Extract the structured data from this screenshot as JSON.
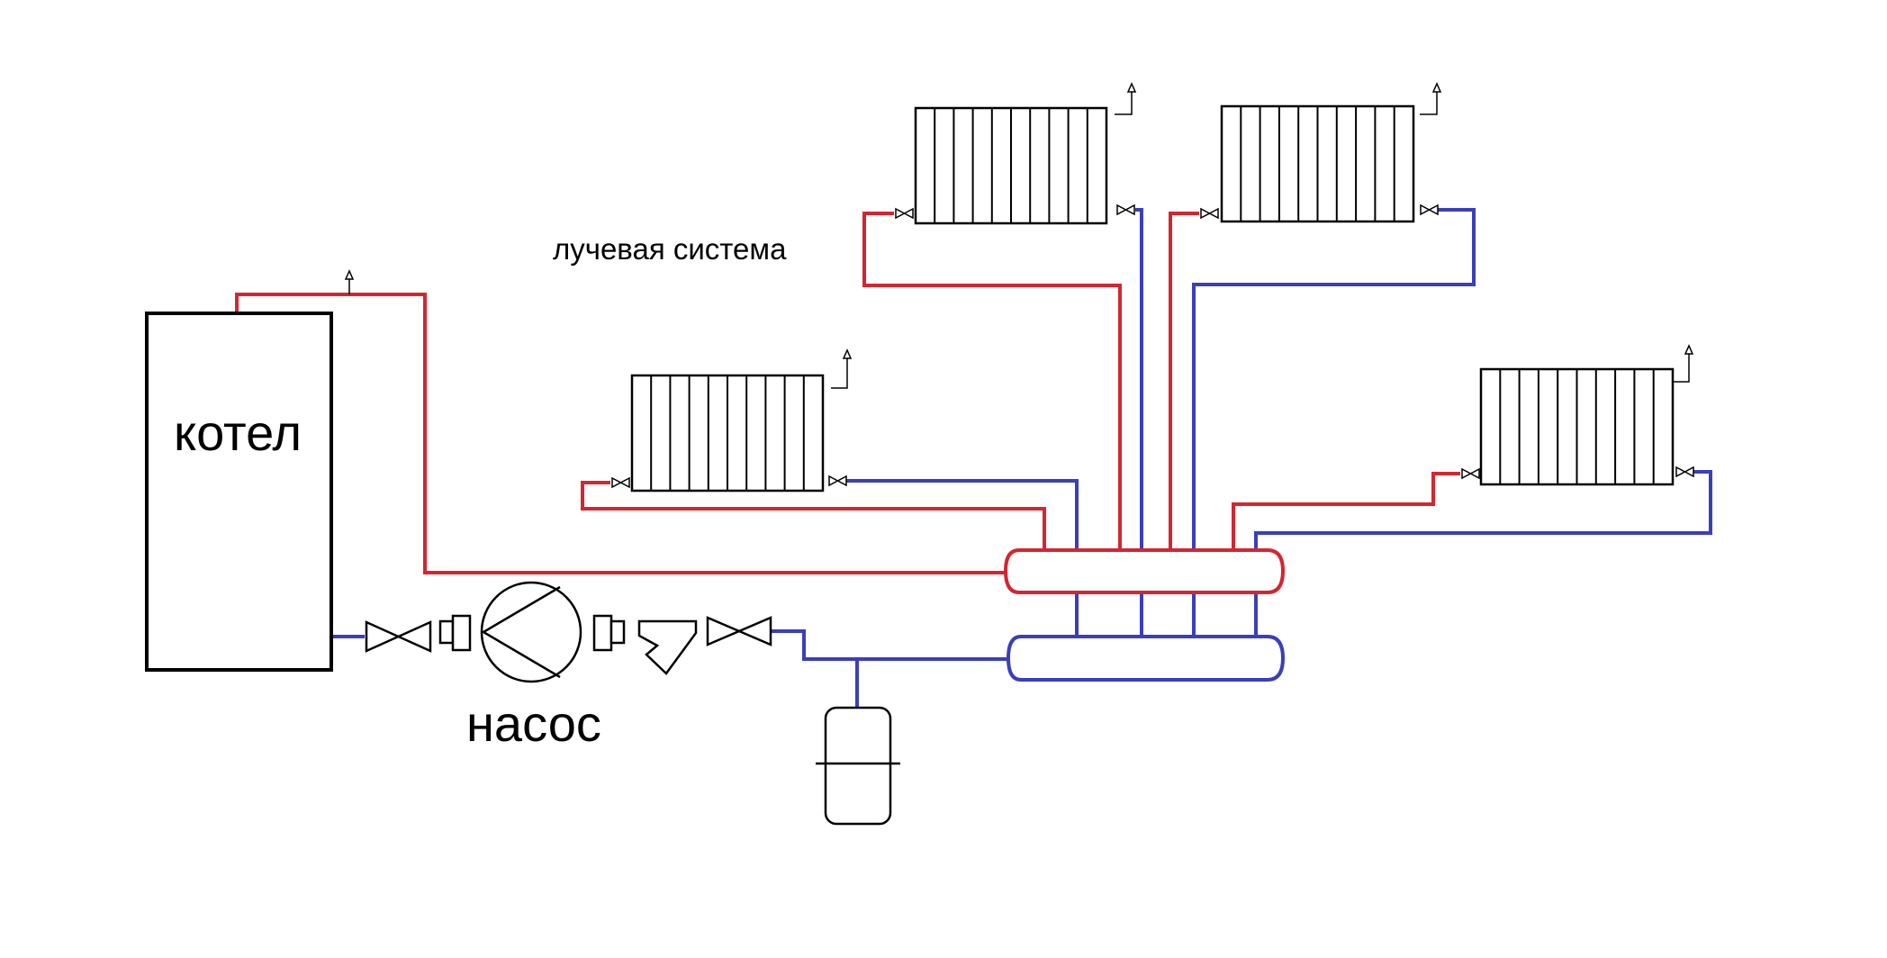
{
  "labels": {
    "boiler": "котел",
    "pump": "насос",
    "system": "лучевая система"
  },
  "colors": {
    "supply": "#d32630",
    "return": "#3b3fb8",
    "outline": "#000000",
    "background": "#ffffff"
  },
  "components": {
    "boiler": "boiler-unit",
    "pump": "circulation-pump-symbol",
    "filter": "strainer-filter-symbol",
    "valves": "ball-valve-symbols",
    "expansion_tank": "expansion-tank-symbol",
    "supply_manifold": "supply-collector",
    "return_manifold": "return-collector",
    "radiators": [
      "radiator-1",
      "radiator-2",
      "radiator-3",
      "radiator-4"
    ],
    "air_vent": "air-vent-icon"
  }
}
